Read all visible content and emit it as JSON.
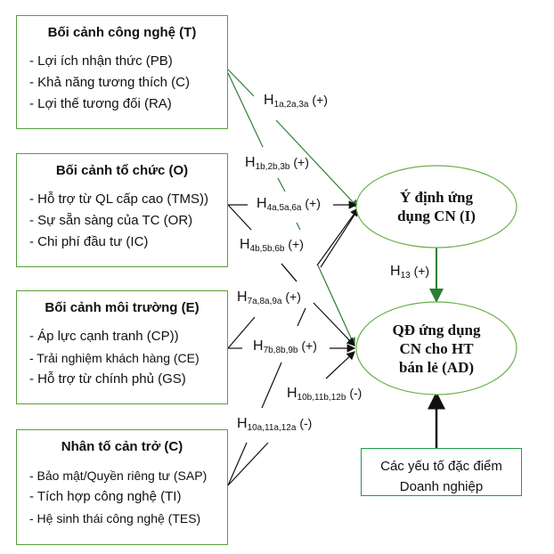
{
  "boxes": [
    {
      "title": "Bối cảnh công nghệ (T)",
      "items": [
        "- Lợi ích nhận thức (PB)",
        "- Khả năng tương thích (C)",
        "- Lợi thế tương đối (RA)"
      ]
    },
    {
      "title": "Bối cảnh tổ chức (O)",
      "items": [
        "- Hỗ trợ từ QL cấp cao (TMS))",
        "- Sự sẵn sàng của TC (OR)",
        "- Chi phí đầu tư (IC)"
      ]
    },
    {
      "title": "Bối cảnh môi trường (E)",
      "items": [
        "- Áp lực cạnh tranh (CP))",
        "- Trải nghiệm khách hàng (CE)",
        "- Hỗ trợ từ chính phủ (GS)"
      ]
    },
    {
      "title": "Nhân tố cản trở (C)",
      "items": [
        "- Bảo mật/Quyền riêng tư (SAP)",
        "- Tích hợp công nghệ (TI)",
        "- Hệ sinh thái công nghệ (TES)"
      ]
    }
  ],
  "ellipses": {
    "intention": {
      "line1": "Ý định ứng",
      "line2": "dụng CN (I)"
    },
    "decision": {
      "line1": "QĐ ứng dụng",
      "line2": "CN cho HT",
      "line3": "bán lẻ (AD)"
    }
  },
  "firm_box": {
    "line1": "Các yếu tố đặc điểm",
    "line2": "Doanh nghiệp"
  },
  "hypotheses": [
    {
      "h": "H",
      "sub": "1a,2a,3a",
      "sign": "(+)"
    },
    {
      "h": "H",
      "sub": "1b,2b,3b",
      "sign": "(+)"
    },
    {
      "h": "H",
      "sub": "4a,5a,6a",
      "sign": "(+)"
    },
    {
      "h": "H",
      "sub": "4b,5b,6b",
      "sign": "(+)"
    },
    {
      "h": "H",
      "sub": "7a,8a,9a",
      "sign": "(+)"
    },
    {
      "h": "H",
      "sub": "7b,8b,9b",
      "sign": "(+)"
    },
    {
      "h": "H",
      "sub": "10b,11b,12b",
      "sign": "(-)"
    },
    {
      "h": "H",
      "sub": "10a,11a,12a",
      "sign": "(-)"
    },
    {
      "h": "H",
      "sub": "13",
      "sign": "(+)"
    }
  ],
  "colors": {
    "box_border": "#5a9e3a",
    "green_arrow": "#2e7d32",
    "black_arrow": "#111111",
    "ellipse_border": "#6ab04c",
    "firm_border": "#1f9a4a"
  }
}
